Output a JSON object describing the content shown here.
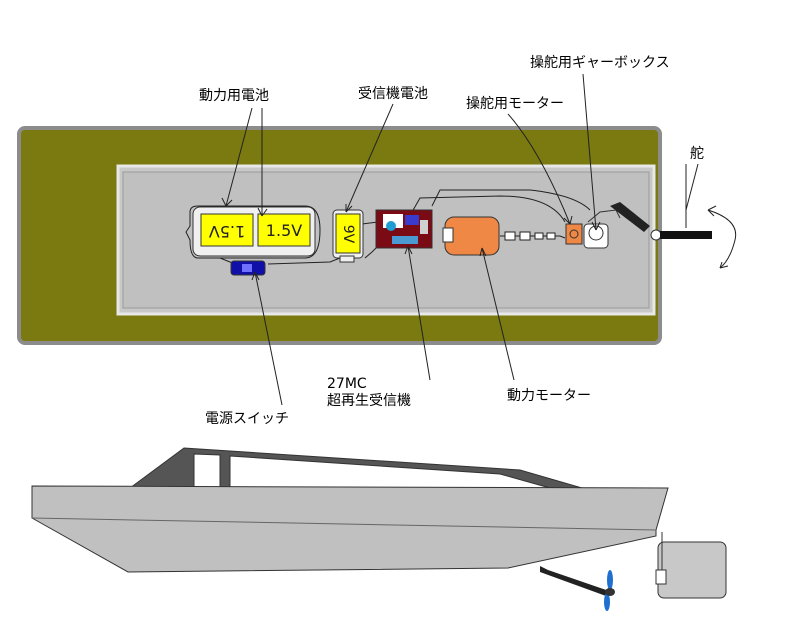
{
  "labels": {
    "drive_battery": "動力用電池",
    "receiver_battery": "受信機電池",
    "steering_gearbox": "操舵用ギャーボックス",
    "steering_motor": "操舵用モーター",
    "rudder": "舵",
    "receiver_line1": "27MC",
    "receiver_line2": "超再生受信機",
    "power_switch": "電源スイッチ",
    "drive_motor": "動力モーター"
  },
  "components": {
    "cell_1": "1.5V",
    "cell_2": "1.5V",
    "receiver_cell": "9V"
  },
  "colors": {
    "deck_olive": "#7a7a10",
    "hull_gray": "#c0c0c0",
    "battery_yellow": "#ffff00",
    "motor_orange": "#ee8844",
    "receiver_maroon": "#7a0a14",
    "switch_blue": "#1010a8",
    "cabin_dark": "#555555",
    "propeller_blue": "#1f6fd1"
  }
}
